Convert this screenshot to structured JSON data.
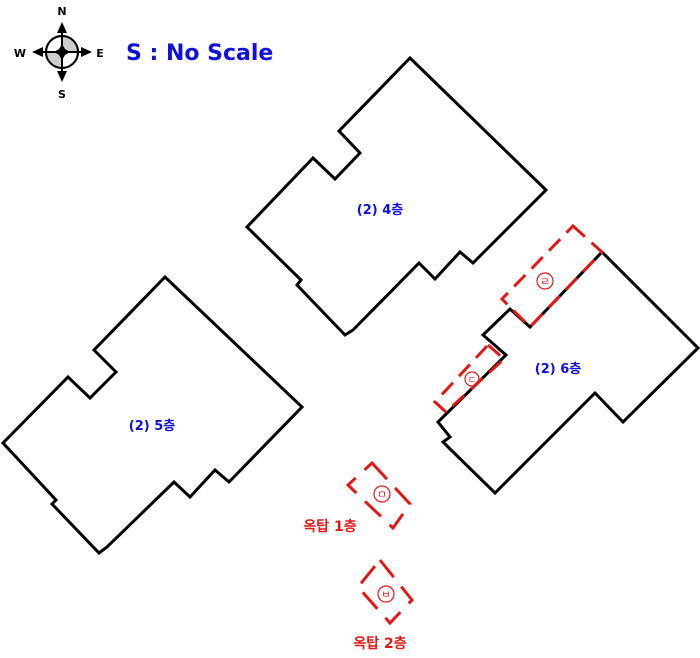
{
  "compass": {
    "north": "N",
    "south": "S",
    "east": "E",
    "west": "W"
  },
  "scale_note": "S : No Scale",
  "buildings": [
    {
      "label": "(2) 4층"
    },
    {
      "label": "(2) 5층"
    },
    {
      "label": "(2) 6층"
    }
  ],
  "markers": [
    {
      "symbol": "ㄹ"
    },
    {
      "symbol": "ㄷ"
    },
    {
      "symbol": "ㅁ"
    },
    {
      "symbol": "ㅂ"
    }
  ],
  "rooftop_labels": [
    "옥탑 1층",
    "옥탑 2층"
  ],
  "colors": {
    "outline": "#000000",
    "label": "#1010d8",
    "marker": "#e01818"
  }
}
